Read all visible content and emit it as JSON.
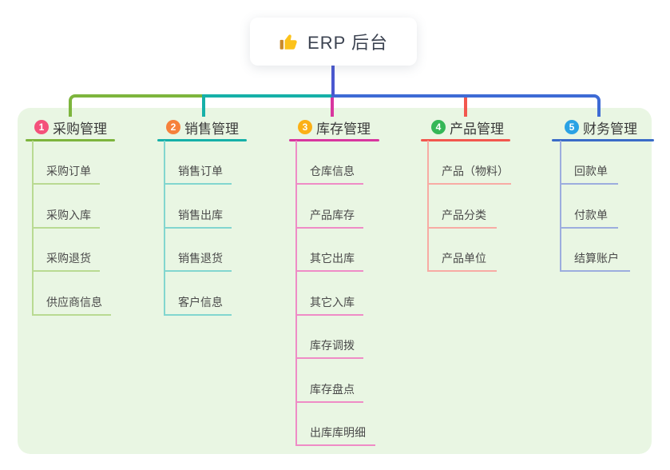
{
  "root": {
    "label": "ERP 后台",
    "icon": "thumbs-up-icon"
  },
  "colors": {
    "panel_background": "#e9f6e3",
    "root_connector": "#4a58d0",
    "bus_blue": "#3e6bd5"
  },
  "branches": [
    {
      "badge": "1",
      "label": "采购管理",
      "color": "#7db53d",
      "light_color": "#b9da92",
      "badge_color": "#f4517b",
      "children": [
        "采购订单",
        "采购入库",
        "采购退货",
        "供应商信息"
      ]
    },
    {
      "badge": "2",
      "label": "销售管理",
      "color": "#16b0a8",
      "light_color": "#82d6cf",
      "badge_color": "#f6813b",
      "children": [
        "销售订单",
        "销售出库",
        "销售退货",
        "客户信息"
      ]
    },
    {
      "badge": "3",
      "label": "库存管理",
      "color": "#d8369f",
      "light_color": "#ef8cc6",
      "badge_color": "#fbb016",
      "children": [
        "仓库信息",
        "产品库存",
        "其它出库",
        "其它入库",
        "库存调拨",
        "库存盘点",
        "出库库明细"
      ]
    },
    {
      "badge": "4",
      "label": "产品管理",
      "color": "#f2574e",
      "light_color": "#f8aba4",
      "badge_color": "#35b757",
      "children": [
        "产品（物料）",
        "产品分类",
        "产品单位"
      ]
    },
    {
      "badge": "5",
      "label": "财务管理",
      "color": "#3a6cc8",
      "light_color": "#9cadde",
      "badge_color": "#2aa2e4",
      "children": [
        "回款单",
        "付款单",
        "结算账户"
      ]
    }
  ]
}
